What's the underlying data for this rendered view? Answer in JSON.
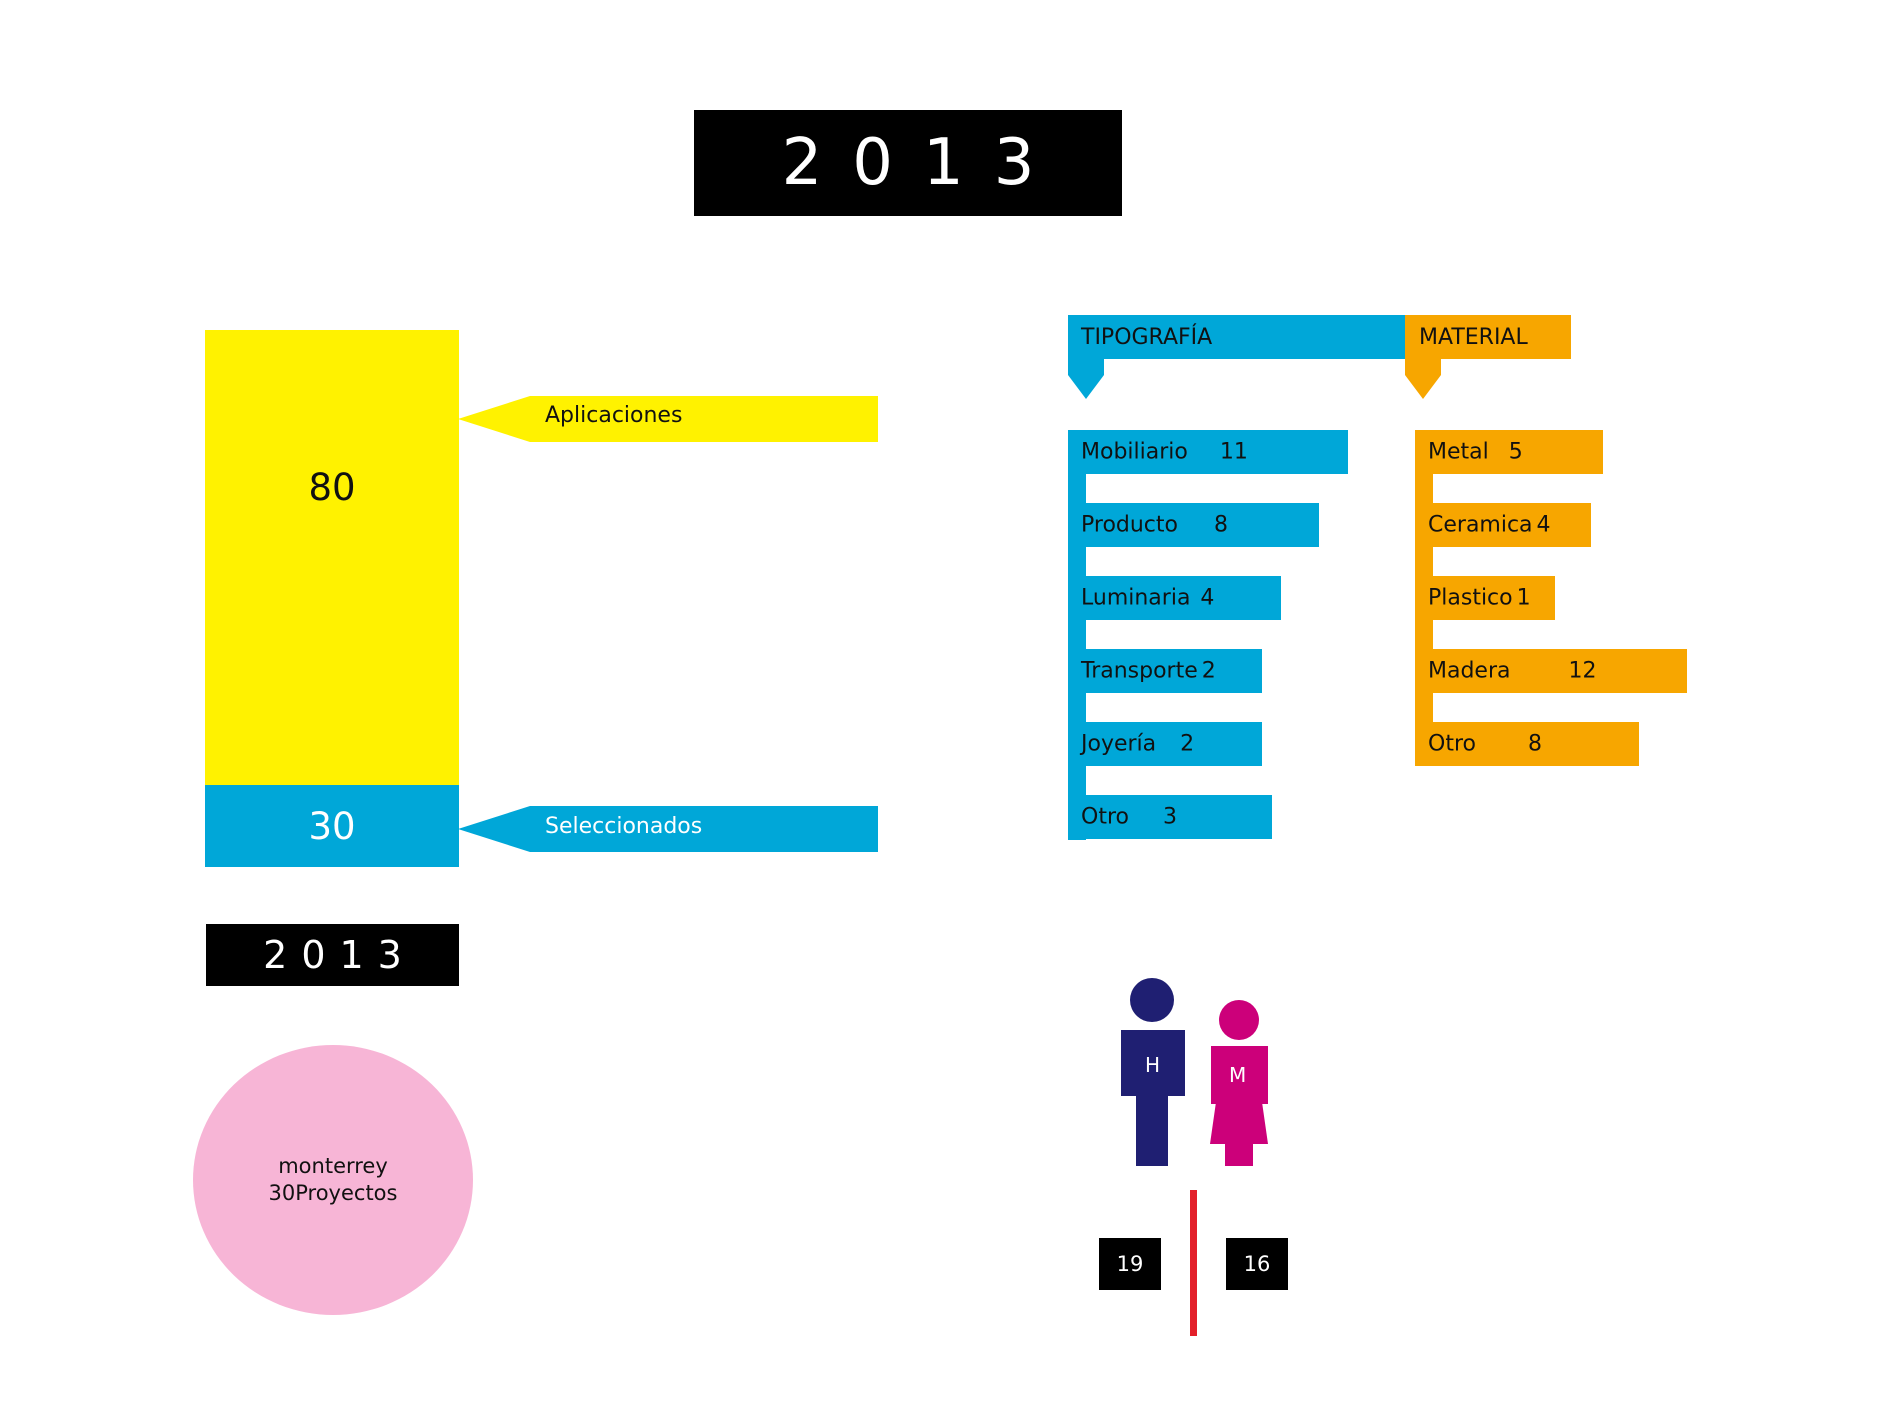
{
  "year": "2013",
  "year_small": "2013",
  "applications": {
    "value": "80",
    "label": "Aplicaciones"
  },
  "selected": {
    "value": "30",
    "label": "Seleccionados"
  },
  "location": {
    "city": "monterrey",
    "projects": "30Proyectos"
  },
  "colors": {
    "yellow": "#FFF200",
    "cyan": "#00A7D8",
    "orange": "#F7A600",
    "navy": "#1F1F72",
    "magenta": "#CC007A",
    "pink": "#F7B5D6",
    "red": "#E3202A"
  },
  "chart_data": [
    {
      "type": "bar",
      "title": "TIPOGRAFÍA",
      "categories": [
        "Mobiliario",
        "Producto",
        "Luminaria",
        "Transporte",
        "Joyería",
        "Otro"
      ],
      "values": [
        11,
        8,
        4,
        2,
        2,
        3
      ],
      "labels": [
        "11",
        "8",
        "4",
        "2",
        "2",
        "3"
      ]
    },
    {
      "type": "bar",
      "title": "MATERIAL",
      "categories": [
        "Metal",
        "Ceramica",
        "Plastico",
        "Madera",
        "Otro"
      ],
      "values": [
        5,
        4,
        1,
        12,
        8
      ],
      "labels": [
        "5",
        "4",
        "1",
        "12",
        "8"
      ]
    }
  ],
  "gender": {
    "men": {
      "symbol": "H",
      "count": "19"
    },
    "women": {
      "symbol": "M",
      "count": "16"
    }
  }
}
